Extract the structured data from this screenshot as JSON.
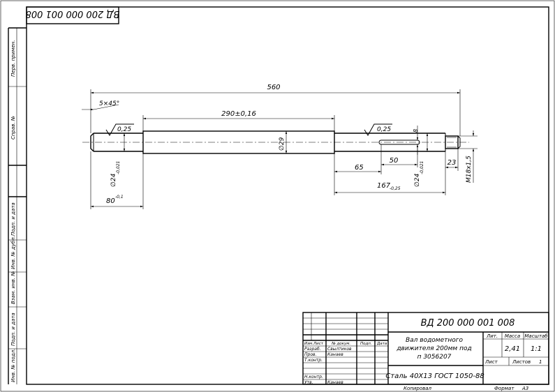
{
  "drawing_number": "ВД 200 000 001 008",
  "drawing_number_rotated": "ВД 200 000 001 008",
  "side_margin_labels": [
    "Перв. примен.",
    "Справ. №",
    "Подп. и дата",
    "Инв. № дубл.",
    "Взам. инв. №",
    "Подп. и дата",
    "Инв. № подл."
  ],
  "dimensions": {
    "overall_length": "560",
    "chamfer": "5×45°",
    "middle_length": "290±0,16",
    "middle_diameter": "∅29",
    "left_roughness": "0,25",
    "right_roughness": "0,25",
    "left_diameter": "∅24",
    "left_diameter_tol": "-0,021",
    "left_length": "80",
    "left_length_tol": "-0,1",
    "right_diameter": "∅24",
    "right_diameter_tol": "-0,021",
    "keyway_offset": "65",
    "keyway_length": "50",
    "keyway_depth": "8",
    "right_length": "167",
    "right_length_tol": "-0,25",
    "thread_length": "23",
    "thread": "M18x1,5"
  },
  "title_block": {
    "number": "ВД 200 000 001 008",
    "name_line1": "Вал водометного",
    "name_line2": "движителя 200мм под",
    "name_line3": "п 3056207",
    "material": "Сталь 40Х13 ГОСТ 1050-88",
    "col_lit": "Лит.",
    "col_mass": "Масса",
    "col_scale": "Масштаб",
    "mass": "2,41",
    "scale": "1:1",
    "sheet": "Лист",
    "sheets": "Листов",
    "sheets_value": "1",
    "row_headers": [
      "Изм.",
      "Лист",
      "№ докум.",
      "Подп.",
      "Дата"
    ],
    "role_develop": "Разраб.",
    "role_check": "Пров.",
    "role_tcontrol": "Т.контр.",
    "role_ncontrol": "Н.контр.",
    "role_approve": "Утв.",
    "name_develop": "Свылтиков",
    "name_check": "Канаев",
    "name_approve": "Канаев",
    "copied": "Копировал",
    "format": "Формат",
    "format_value": "А3"
  }
}
